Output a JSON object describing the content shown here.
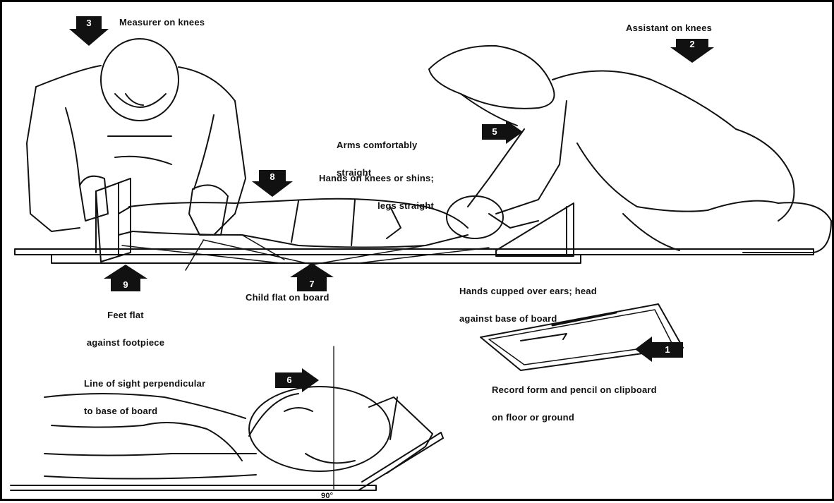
{
  "labels": {
    "measurer": "Measurer on knees",
    "assistant": "Assistant on knees",
    "arms_line1": "Arms comfortably",
    "arms_line2": "straight",
    "hands_line1": "Hands on knees or shins;",
    "hands_line2": "legs straight",
    "feet_line1": "Feet flat",
    "feet_line2": "against footpiece",
    "child_flat": "Child flat on board",
    "cupped_line1": "Hands cupped over ears; head",
    "cupped_line2": "against base of board",
    "record_line1": "Record form and pencil on clipboard",
    "record_line2": "on floor or ground",
    "sight_line1": "Line of sight perpendicular",
    "sight_line2": "to base of board",
    "angle": "90°"
  },
  "steps": {
    "s1": "1",
    "s2": "2",
    "s3": "3",
    "s5": "5",
    "s6": "6",
    "s7": "7",
    "s8": "8",
    "s9": "9"
  }
}
